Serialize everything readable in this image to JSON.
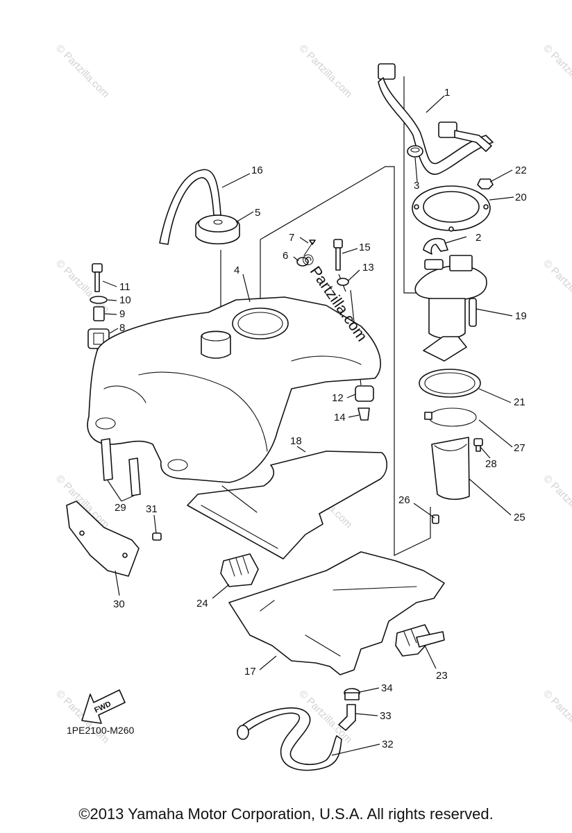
{
  "watermark": "© Partzilla.com",
  "diagram_code": "1PE2100-M260",
  "fwd_label": "FWD",
  "copyright": "©2013  Yamaha Motor Corporation, U.S.A. All rights reserved.",
  "callouts": [
    "1",
    "2",
    "3",
    "4",
    "5",
    "6",
    "7",
    "8",
    "9",
    "10",
    "11",
    "12",
    "13",
    "14",
    "15",
    "16",
    "17",
    "18",
    "19",
    "20",
    "21",
    "22",
    "23",
    "24",
    "25",
    "26",
    "27",
    "28",
    "29",
    "30",
    "31",
    "32",
    "33",
    "34"
  ]
}
